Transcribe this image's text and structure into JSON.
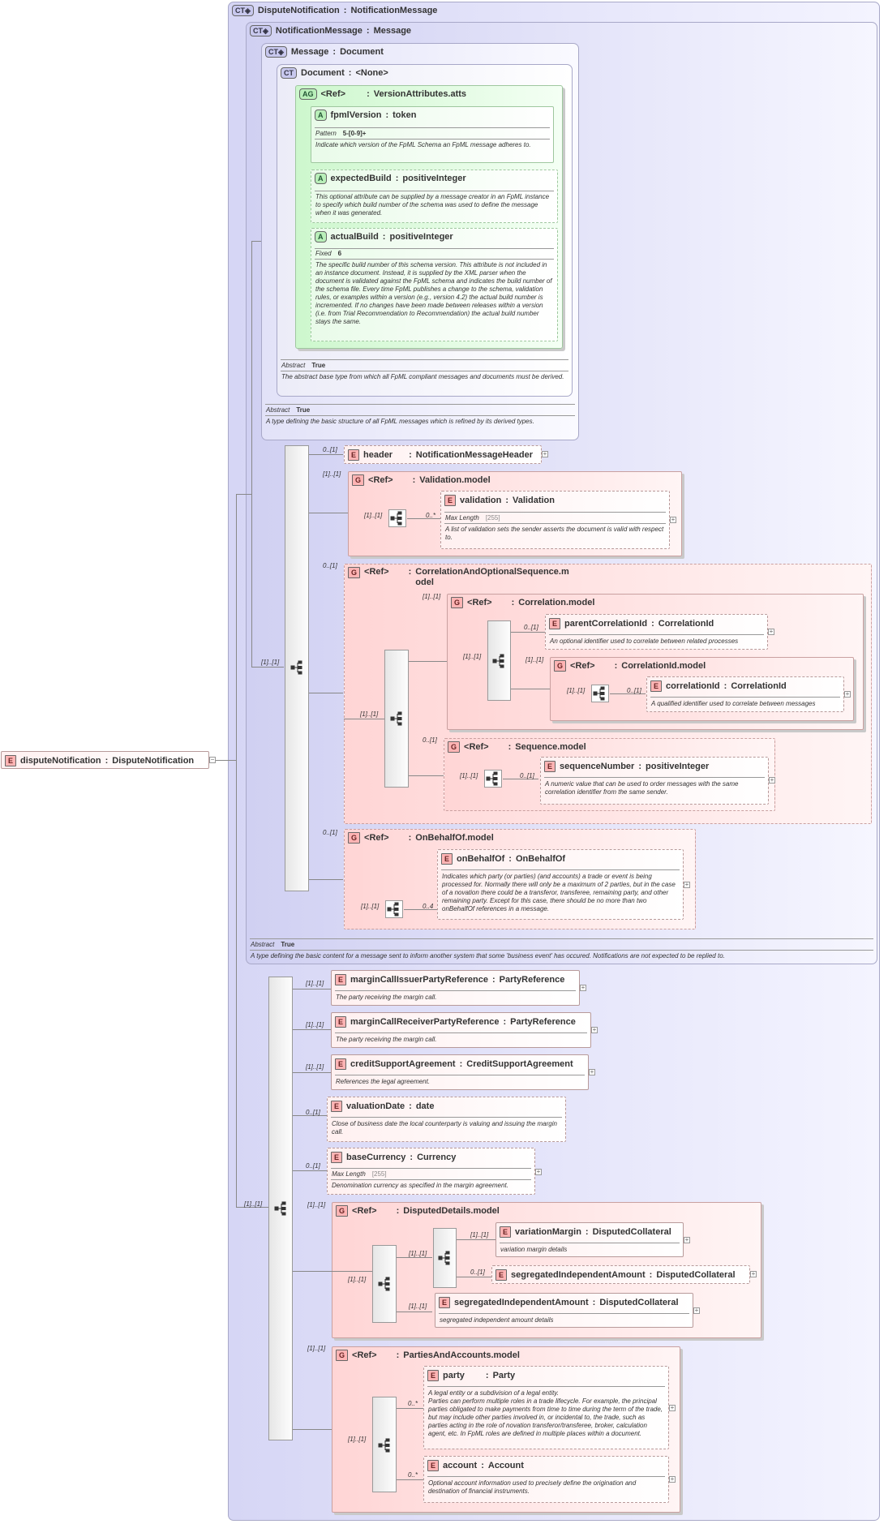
{
  "root": {
    "tag": "E",
    "name": "disputeNotification",
    "type": "DisputeNotification"
  },
  "ct_dispute": {
    "tag": "CT",
    "name": "DisputeNotification",
    "type": "NotificationMessage"
  },
  "ct_notification": {
    "tag": "CT",
    "name": "NotificationMessage",
    "type": "Message",
    "abstract_label": "Abstract",
    "abstract_value": "True",
    "desc": "A type defining the basic content for a message sent to inform another system that some 'business event' has occured. Notifications are not expected to be replied to."
  },
  "ct_message": {
    "tag": "CT",
    "name": "Message",
    "type": "Document",
    "abstract_label": "Abstract",
    "abstract_value": "True",
    "desc": "A type defining the basic structure of all FpML messages which is refined by its derived types."
  },
  "ct_document": {
    "tag": "CT",
    "name": "Document",
    "type": "<None>",
    "abstract_label": "Abstract",
    "abstract_value": "True",
    "desc": "The abstract base type from which all FpML compliant messages and documents must be derived."
  },
  "ag_version": {
    "tag": "AG",
    "ref": "<Ref>",
    "name": "VersionAttributes.atts"
  },
  "attr_fpml": {
    "tag": "A",
    "name": "fpmlVersion",
    "type": "token",
    "prop_label": "Pattern",
    "prop_value": "5-[0-9]+",
    "desc": "Indicate which version of the FpML Schema an FpML message adheres to."
  },
  "attr_expected": {
    "tag": "A",
    "name": "expectedBuild",
    "type": "positiveInteger",
    "desc": "This optional attribute can be supplied by a message creator in an FpML instance to specify which build number of the schema was used to define the message when it was generated."
  },
  "attr_actual": {
    "tag": "A",
    "name": "actualBuild",
    "type": "positiveInteger",
    "prop_label": "Fixed",
    "prop_value": "6",
    "desc": "The specific build number of this schema version. This attribute is not included in an instance document. Instead, it is supplied by the XML parser when the document is validated against the FpML schema and indicates the build number of the schema file. Every time FpML publishes a change to the schema, validation rules, or examples within a version (e.g., version 4.2) the actual build number is incremented. If no changes have been made between releases within a version (i.e. from Trial Recommendation to Recommendation) the actual build number stays the same."
  },
  "header": {
    "tag": "E",
    "name": "header",
    "type": "NotificationMessageHeader",
    "card": "0..[1]"
  },
  "validation_model": {
    "tag": "G",
    "ref": "<Ref>",
    "name": "Validation.model",
    "card": "[1]..[1]",
    "seq_card": "[1]..[1]"
  },
  "validation": {
    "tag": "E",
    "name": "validation",
    "type": "Validation",
    "card": "0..*",
    "prop_label": "Max Length",
    "prop_value": "[255]",
    "desc": "A list of validation sets the sender asserts the document is valid with respect to."
  },
  "corr_opt_model": {
    "tag": "G",
    "ref": "<Ref>",
    "name": "CorrelationAndOptionalSequence.m odel",
    "card": "0..[1]",
    "seq_card": "[1]..[1]"
  },
  "correlation_model": {
    "tag": "G",
    "ref": "<Ref>",
    "name": "Correlation.model",
    "card": "[1]..[1]",
    "seq_card": "[1]..[1]"
  },
  "parent_corr": {
    "tag": "E",
    "name": "parentCorrelationId",
    "type": "CorrelationId",
    "card": "0..[1]",
    "desc": "An optional identifier used to correlate between related processes"
  },
  "corrid_model": {
    "tag": "G",
    "ref": "<Ref>",
    "name": "CorrelationId.model",
    "card": "[1]..[1]",
    "seq_card": "[1]..[1]"
  },
  "corr_id": {
    "tag": "E",
    "name": "correlationId",
    "type": "CorrelationId",
    "card": "0..[1]",
    "desc": "A qualified identifier used to correlate between messages"
  },
  "sequence_model": {
    "tag": "G",
    "ref": "<Ref>",
    "name": "Sequence.model",
    "card": "0..[1]",
    "seq_card": "[1]..[1]"
  },
  "seq_number": {
    "tag": "E",
    "name": "sequenceNumber",
    "type": "positiveInteger",
    "card": "0..[1]",
    "desc": "A numeric value that can be used to order messages with the same correlation identifier from the same sender."
  },
  "onbehalf_model": {
    "tag": "G",
    "ref": "<Ref>",
    "name": "OnBehalfOf.model",
    "card": "0..[1]",
    "seq_card": "[1]..[1]"
  },
  "onbehalf": {
    "tag": "E",
    "name": "onBehalfOf",
    "type": "OnBehalfOf",
    "card": "0..4",
    "desc": "Indicates which party (or parties) (and accounts) a trade or event is being processed for. Normally there will only be a maximum of 2 parties, but in the case of a novation there could be a transferor, transferee, remaining party, and other remaining party. Except for this case, there should be no more than two onBehalfOf references in a message."
  },
  "outer_seq_card": "[1]..[1]",
  "inner_seq_card": "[1]..[1]",
  "issuer": {
    "tag": "E",
    "name": "marginCallIssuerPartyReference",
    "type": "PartyReference",
    "card": "[1]..[1]",
    "desc": "The party receiving the margin call."
  },
  "receiver": {
    "tag": "E",
    "name": "marginCallReceiverPartyReference",
    "type": "PartyReference",
    "card": "[1]..[1]",
    "desc": "The party receiving the margin call."
  },
  "csa": {
    "tag": "E",
    "name": "creditSupportAgreement",
    "type": "CreditSupportAgreement",
    "card": "[1]..[1]",
    "desc": "References the legal agreement."
  },
  "valuation_date": {
    "tag": "E",
    "name": "valuationDate",
    "type": "date",
    "card": "0..[1]",
    "desc": "Close of business date the local counterparty is valuing and issuing the margin call."
  },
  "base_ccy": {
    "tag": "E",
    "name": "baseCurrency",
    "type": "Currency",
    "card": "0..[1]",
    "prop_label": "Max Length",
    "prop_value": "[255]",
    "desc": "Denomination currency as specified in the margin agreement."
  },
  "disputed_model": {
    "tag": "G",
    "ref": "<Ref>",
    "name": "DisputedDetails.model",
    "card": "[1]..[1]",
    "seq_card": "[1]..[1]",
    "inner_seq_card": "[1]..[1]"
  },
  "var_margin": {
    "tag": "E",
    "name": "variationMargin",
    "type": "DisputedCollateral",
    "card": "[1]..[1]",
    "desc": "variation margin details"
  },
  "seg_opt": {
    "tag": "E",
    "name": "segregatedIndependentAmount",
    "type": "DisputedCollateral",
    "card": "0..[1]"
  },
  "seg_req": {
    "tag": "E",
    "name": "segregatedIndependentAmount",
    "type": "DisputedCollateral",
    "card": "[1]..[1]",
    "desc": "segregated independent amount details"
  },
  "parties_model": {
    "tag": "G",
    "ref": "<Ref>",
    "name": "PartiesAndAccounts.model",
    "card": "[1]..[1]",
    "seq_card": "[1]..[1]"
  },
  "party": {
    "tag": "E",
    "name": "party",
    "type": "Party",
    "card": "0..*",
    "desc": "A legal entity or a subdivision of a legal entity.\nParties can perform multiple roles in a trade lifecycle. For example, the principal parties obligated to make payments from time to time during the term of the trade, but may include other parties involved in, or incidental to, the trade, such as parties acting in the role of novation transferor/transferee, broker, calculation agent, etc. In FpML roles are defined in multiple places within a document."
  },
  "account": {
    "tag": "E",
    "name": "account",
    "type": "Account",
    "card": "0..*",
    "desc": "Optional account information used to precisely define the origination and destination of financial instruments."
  }
}
